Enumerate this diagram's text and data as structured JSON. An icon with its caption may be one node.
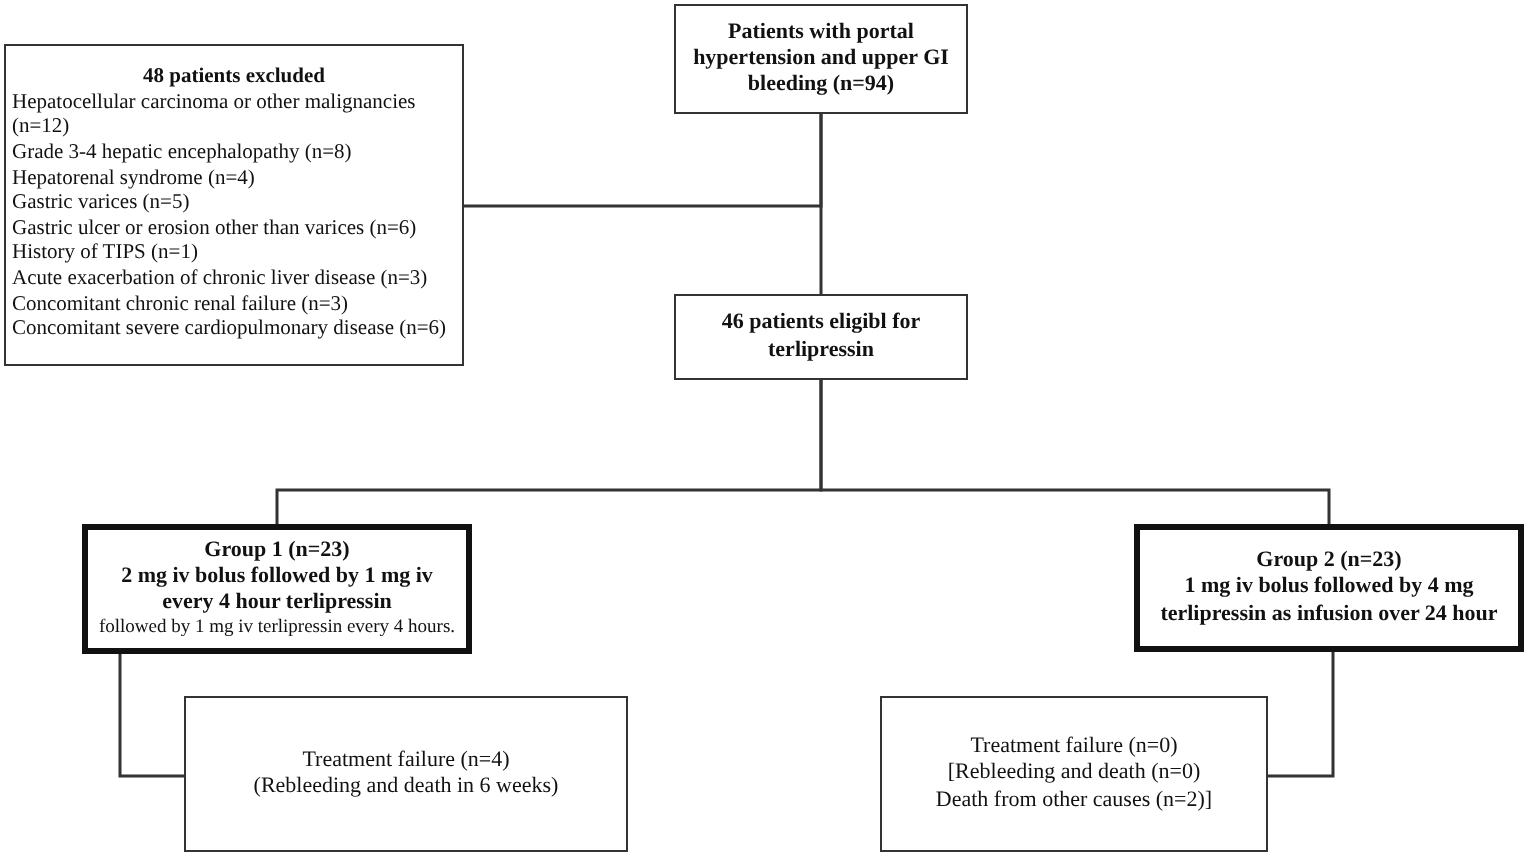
{
  "diagram": {
    "nodes": [
      {
        "text": [
          "Patients with portal hypertension and upper GI bleeding (n=94)"
        ]
      },
      {
        "text": [
          "48 patients excluded",
          "Hepatocellular carcinoma or other malignancies (n=12)",
          "Grade 3-4 hepatic encephalopathy (n=8)",
          "Hepatorenal syndrome (n=4)",
          "Gastric varices (n=5)",
          "Gastric ulcer or erosion other than varices (n=6)",
          "History of TIPS (n=1)",
          "Acute exacerbation of chronic liver disease (n=3)",
          "Concomitant chronic renal failure (n=3)",
          "Concomitant severe cardiopulmonary disease (n=6)"
        ]
      },
      {
        "text": [
          "46 patients eligibl for terlipressin"
        ]
      },
      {
        "text": [
          "Group 1 (n=23)",
          "2 mg iv bolus followed by 1 mg iv every 4 hour terlipressin",
          "followed by 1 mg iv terlipressin every 4 hours."
        ]
      },
      {
        "text": [
          "Group 2 (n=23)",
          "1 mg iv bolus followed by 4 mg terlipressin as infusion over 24 hour"
        ]
      },
      {
        "text": [
          "Treatment failure (n=4)",
          "(Rebleeding and death in 6 weeks)"
        ]
      },
      {
        "text": [
          "Treatment failure (n=0)",
          "[Rebleeding and death (n=0)",
          "Death from other causes (n=2)]"
        ]
      }
    ],
    "edges": [
      {
        "from": 0,
        "to": 1,
        "arrow": "none"
      },
      {
        "from": 0,
        "to": 2,
        "arrow": "none"
      },
      {
        "from": 2,
        "to": 3,
        "arrow": "none"
      },
      {
        "from": 2,
        "to": 4,
        "arrow": "none"
      },
      {
        "from": 3,
        "to": 5,
        "arrow": "none"
      },
      {
        "from": 4,
        "to": 6,
        "arrow": "none"
      }
    ]
  }
}
